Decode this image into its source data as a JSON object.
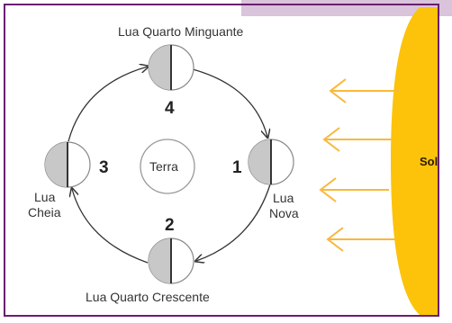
{
  "labels": {
    "quarto_minguante": "Lua Quarto Minguante",
    "quarto_crescente": "Lua Quarto Crescente",
    "cheia_line1": "Lua",
    "cheia_line2": "Cheia",
    "nova_line1": "Lua",
    "nova_line2": "Nova",
    "terra": "Terra",
    "sol": "Sol"
  },
  "numbers": {
    "nova": "1",
    "crescente": "2",
    "cheia": "3",
    "minguante": "4"
  },
  "colors": {
    "frame": "#6a1f6e",
    "tab": "#d9c4dc",
    "sun": "#fcc30a",
    "arrows": "#f9b83a",
    "moon_dark": "#c8c8c8",
    "orbit": "#333333"
  }
}
